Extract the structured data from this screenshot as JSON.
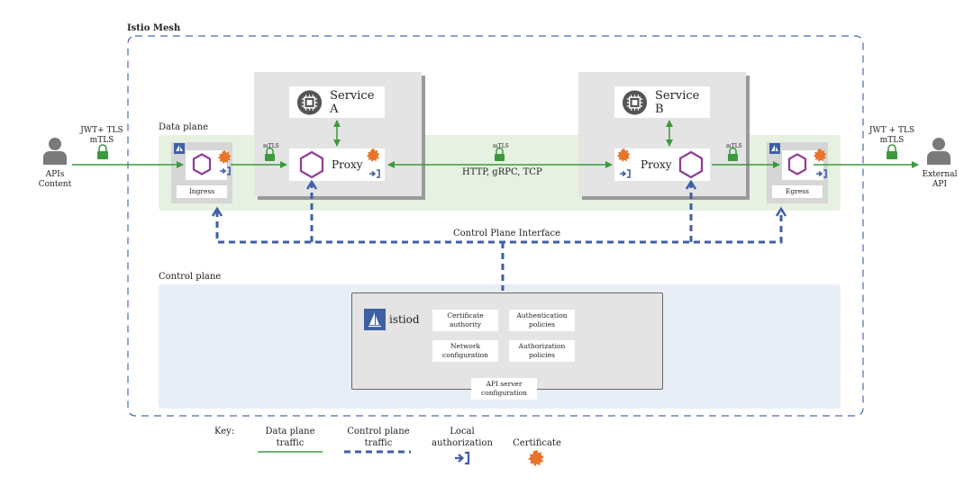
{
  "mesh": {
    "title": "Istio Mesh"
  },
  "data_plane": {
    "label": "Data plane",
    "ingress_label": "Ingress",
    "egress_label": "Egress",
    "mtls_ingress": "mTLS",
    "mtls_middle": "mTLS",
    "mtls_egress": "mTLS",
    "proxy_a_label": "Proxy",
    "proxy_b_label": "Proxy",
    "protocols": "HTTP, gRPC, TCP"
  },
  "services": {
    "a": "Service A",
    "b": "Service B"
  },
  "left_client": {
    "auth_line1": "JWT+ TLS",
    "auth_line2": "mTLS",
    "name_line1": "APIs",
    "name_line2": "Content"
  },
  "right_client": {
    "auth_line1": "JWT + TLS",
    "auth_line2": "mTLS",
    "name_line1": "External",
    "name_line2": "API"
  },
  "control_plane_interface": "Control Plane Interface",
  "control_plane": {
    "label": "Control plane",
    "istiod": "istiod",
    "cells": {
      "cert_authority": [
        "Certificate",
        "authority"
      ],
      "authn_policies": [
        "Authentication",
        "policies"
      ],
      "network_config": [
        "Network",
        "configuration"
      ],
      "authz_policies": [
        "Authorization",
        "policies"
      ],
      "api_server": [
        "API server",
        "configuration"
      ]
    }
  },
  "key": {
    "label": "Key:",
    "data_plane_traffic": [
      "Data plane",
      "traffic"
    ],
    "control_plane_traffic": [
      "Control plane",
      "traffic"
    ],
    "local_authorization": [
      "Local",
      "authorization"
    ],
    "certificate": "Certificate"
  },
  "colors": {
    "green": "#3c9a3c",
    "dash_blue": "#3f5ea8",
    "hex_purple": "#8e3b96",
    "cert_orange": "#e8742a",
    "dataplane_bg": "#e6f1e2",
    "controlplane_bg": "#e9edf6"
  }
}
